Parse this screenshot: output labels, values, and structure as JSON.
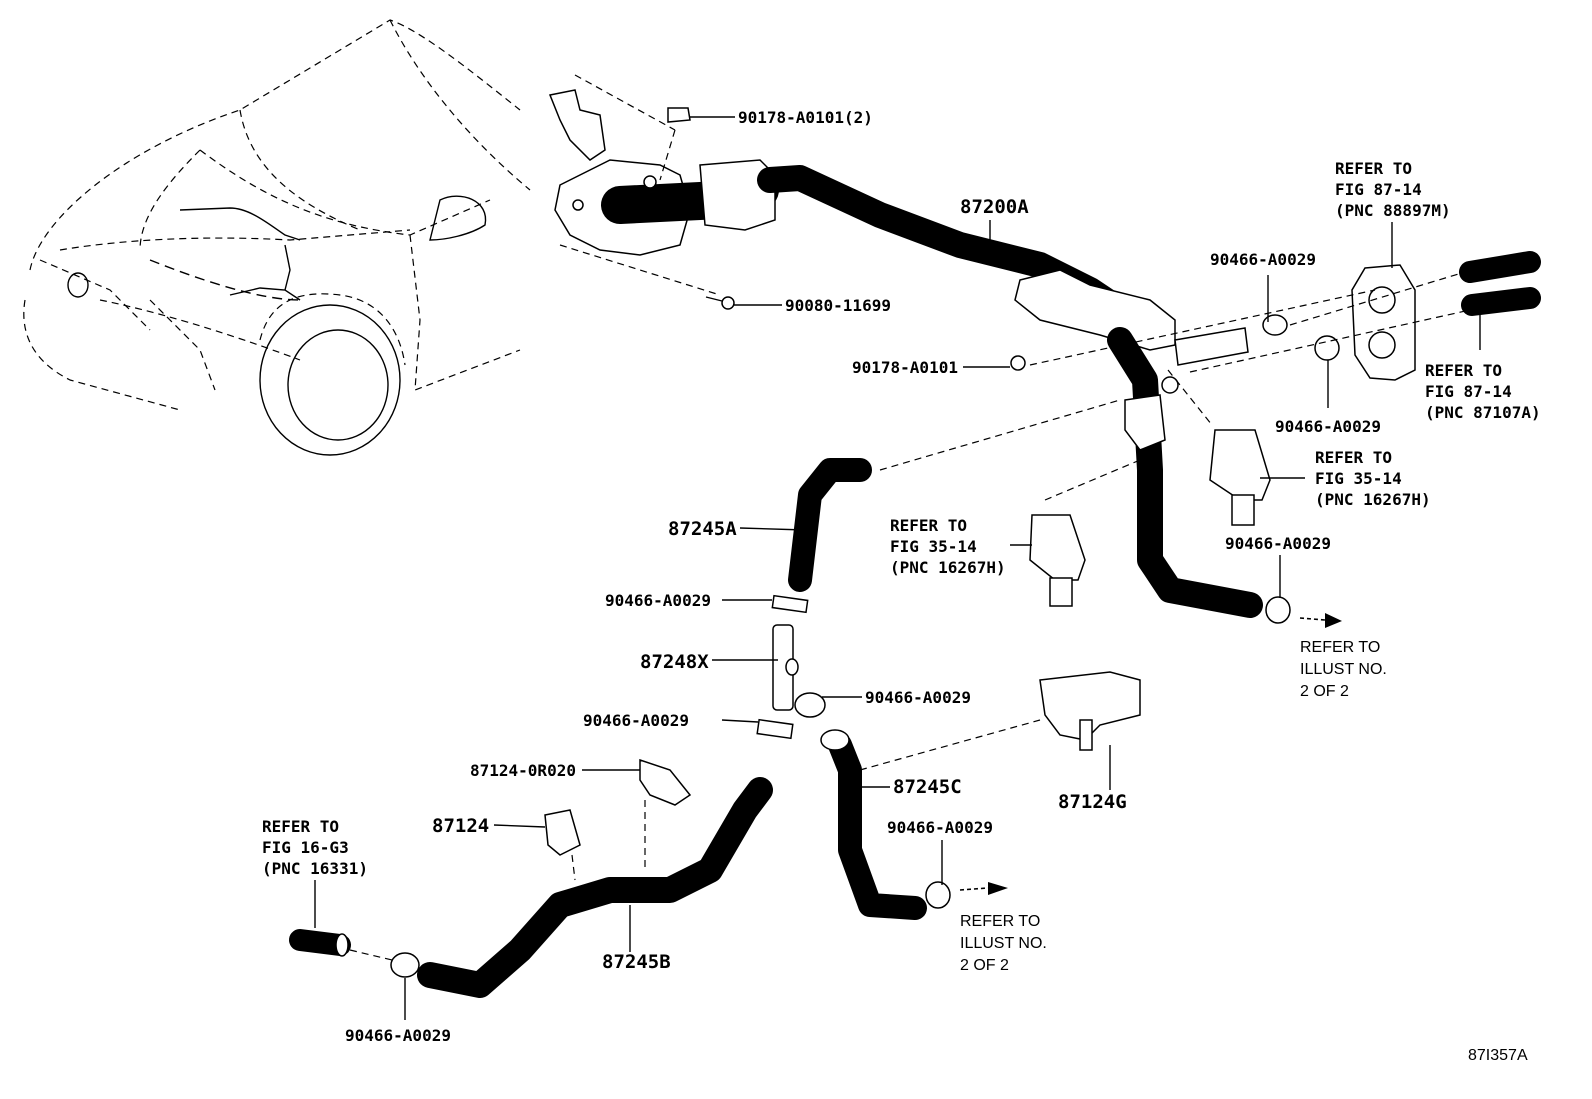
{
  "diagram_id": "87I357A",
  "parts": {
    "p_90178_a0101_2": "90178-A0101(2)",
    "p_90080_11699": "90080-11699",
    "p_87200a": "87200A",
    "p_90178_a0101": "90178-A0101",
    "p_87245a": "87245A",
    "p_87248x": "87248X",
    "p_87245c": "87245C",
    "p_87124g": "87124G",
    "p_87124_0r020": "87124-0R020",
    "p_87124": "87124",
    "p_87245b": "87245B"
  },
  "clamp_label": "90466-A0029",
  "refs": {
    "top_right": [
      "REFER TO",
      "FIG 87-14",
      "(PNC 88897M)"
    ],
    "right": [
      "REFER TO",
      "FIG 87-14",
      "(PNC 87107A)"
    ],
    "mid_right": [
      "REFER TO",
      "FIG 35-14",
      "(PNC 16267H)"
    ],
    "mid": [
      "REFER TO",
      "FIG 35-14",
      "(PNC 16267H)"
    ],
    "left": [
      "REFER TO",
      "FIG 16-G3",
      "(PNC 16331)"
    ],
    "illust_right": [
      "REFER TO",
      "ILLUST NO.",
      "2 OF 2"
    ],
    "illust_bottom": [
      "REFER TO",
      "ILLUST NO.",
      "2 OF 2"
    ]
  }
}
